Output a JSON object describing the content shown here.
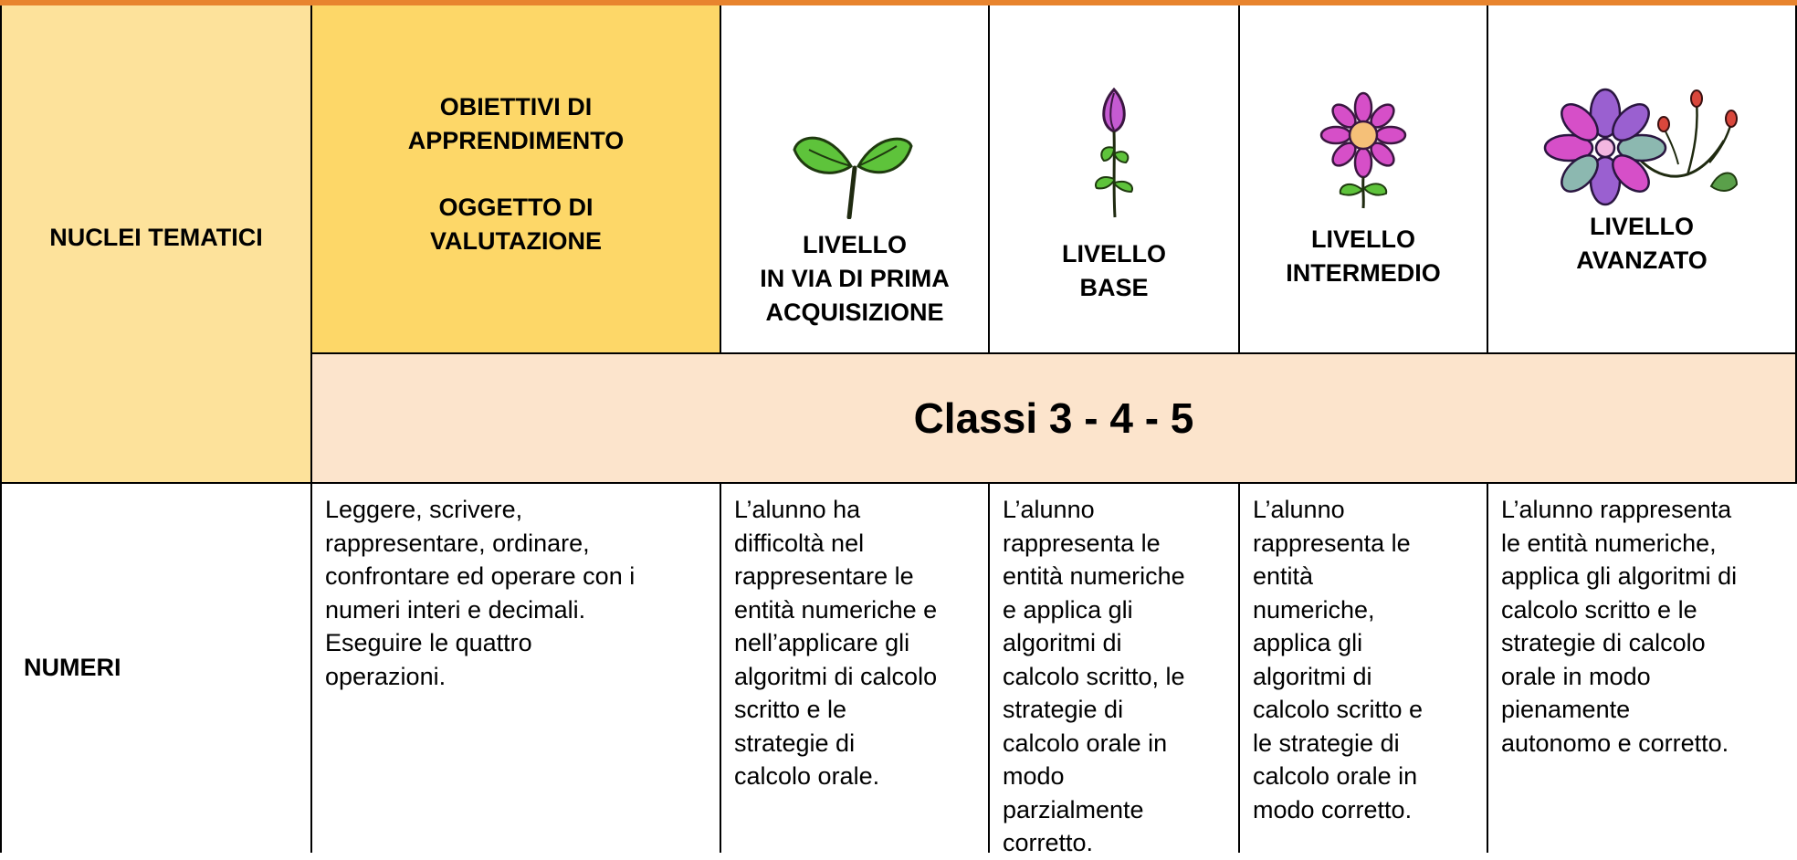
{
  "header": {
    "nuclei_label": "NUCLEI TEMATICI",
    "obiettivi_line1": "OBIETTIVI DI",
    "obiettivi_line2": "APPRENDIMENTO",
    "oggetto_line1": "OGGETTO DI",
    "oggetto_line2": "VALUTAZIONE",
    "classi": "Classi 3 - 4 - 5"
  },
  "levels": [
    {
      "icon": "sprout-icon",
      "lines": [
        "LIVELLO",
        "IN VIA DI PRIMA",
        "ACQUISIZIONE"
      ]
    },
    {
      "icon": "flower-bud-icon",
      "lines": [
        "LIVELLO",
        "BASE"
      ]
    },
    {
      "icon": "flower-icon",
      "lines": [
        "LIVELLO",
        "INTERMEDIO"
      ]
    },
    {
      "icon": "blooming-branch-icon",
      "lines": [
        "LIVELLO",
        "AVANZATO"
      ]
    }
  ],
  "row": {
    "nucleo": "NUMERI",
    "obiettivo_lines": [
      "Leggere, scrivere,",
      "rappresentare, ordinare,",
      "confrontare ed operare con i",
      "numeri interi e decimali.",
      "Eseguire le quattro",
      "operazioni."
    ],
    "descrittori": [
      [
        "L’alunno ha",
        "difficoltà nel",
        "rappresentare le",
        "entità numeriche e",
        "nell’applicare gli",
        "algoritmi di calcolo",
        "scritto e le",
        "strategie di",
        "calcolo orale."
      ],
      [
        "L’alunno",
        "rappresenta le",
        "entità numeriche",
        "e applica gli",
        "algoritmi di",
        "calcolo scritto, le",
        "strategie di",
        "calcolo orale in",
        "modo",
        "parzialmente",
        "corretto."
      ],
      [
        "L’alunno",
        "rappresenta le",
        "entità",
        "numeriche,",
        "applica gli",
        "algoritmi di",
        "calcolo scritto e",
        "le strategie di",
        "calcolo orale in",
        "modo corretto."
      ],
      [
        "L’alunno rappresenta",
        "le entità numeriche,",
        "applica gli algoritmi di",
        "calcolo scritto e le",
        "strategie di calcolo",
        "orale in modo",
        "pienamente",
        "autonomo e corretto."
      ]
    ]
  },
  "colors": {
    "top_bar": "#e8842e",
    "nuclei_bg": "#fde29b",
    "obiettivi_bg": "#fdd768",
    "classi_bg": "#fce4cc"
  }
}
